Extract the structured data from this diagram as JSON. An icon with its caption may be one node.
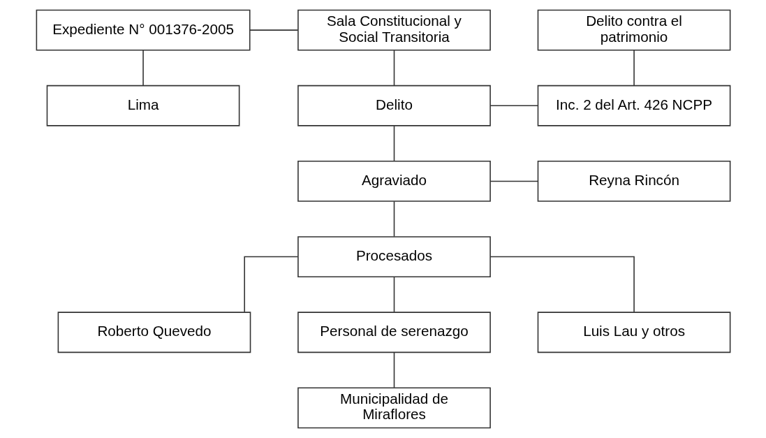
{
  "diagram": {
    "nodes": [
      {
        "text": [
          "Expediente N° 001376-2005"
        ]
      },
      {
        "text": [
          "Sala Constitucional y Social Transitoria"
        ]
      },
      {
        "text": [
          "Delito contra el patrimonio"
        ]
      },
      {
        "text": [
          "Lima"
        ]
      },
      {
        "text": [
          "Delito"
        ]
      },
      {
        "text": [
          "Inc. 2 del Art. 426 NCPP"
        ]
      },
      {
        "text": [
          "Agraviado"
        ]
      },
      {
        "text": [
          "Reyna Rincón"
        ]
      },
      {
        "text": [
          "Procesados"
        ]
      },
      {
        "text": [
          "Roberto Quevedo"
        ]
      },
      {
        "text": [
          "Personal de serenazgo"
        ]
      },
      {
        "text": [
          "Luis Lau y otros"
        ]
      },
      {
        "text": [
          "Municipalidad de Miraflores"
        ]
      }
    ],
    "edges": [
      {
        "from": 0,
        "to": 1,
        "arrow": "none"
      },
      {
        "from": 0,
        "to": 3,
        "arrow": "none"
      },
      {
        "from": 1,
        "to": 4,
        "arrow": "none"
      },
      {
        "from": 2,
        "to": 5,
        "arrow": "none"
      },
      {
        "from": 4,
        "to": 5,
        "arrow": "none"
      },
      {
        "from": 4,
        "to": 6,
        "arrow": "none"
      },
      {
        "from": 6,
        "to": 7,
        "arrow": "none"
      },
      {
        "from": 6,
        "to": 8,
        "arrow": "none"
      },
      {
        "from": 8,
        "to": 9,
        "arrow": "none"
      },
      {
        "from": 8,
        "to": 10,
        "arrow": "none"
      },
      {
        "from": 8,
        "to": 11,
        "arrow": "none"
      },
      {
        "from": 10,
        "to": 12,
        "arrow": "none"
      }
    ]
  }
}
